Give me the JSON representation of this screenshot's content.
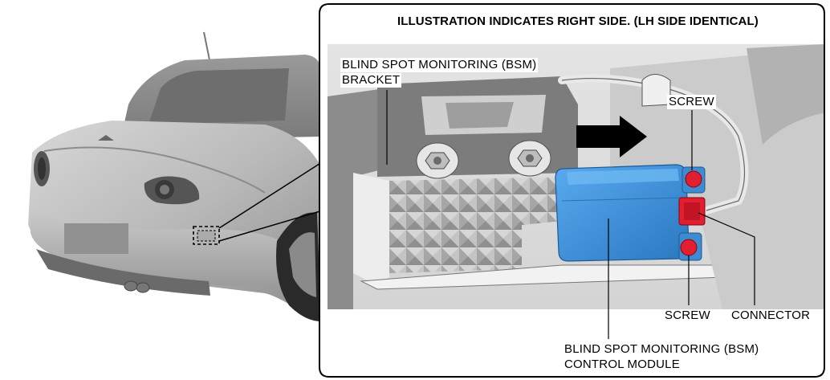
{
  "title": "ILLUSTRATION INDICATES RIGHT SIDE. (LH SIDE IDENTICAL)",
  "labels": {
    "bracket_line1": "BLIND SPOT MONITORING (BSM)",
    "bracket_line2": "BRACKET",
    "screw_top": "SCREW",
    "screw_bottom": "SCREW",
    "connector": "CONNECTOR",
    "module_line1": "BLIND SPOT MONITORING (BSM)",
    "module_line2": "CONTROL MODULE"
  },
  "colors": {
    "module_blue": "#3a8fd8",
    "screw_red": "#e02030",
    "connector_red": "#e02030",
    "frame": "#000000"
  }
}
